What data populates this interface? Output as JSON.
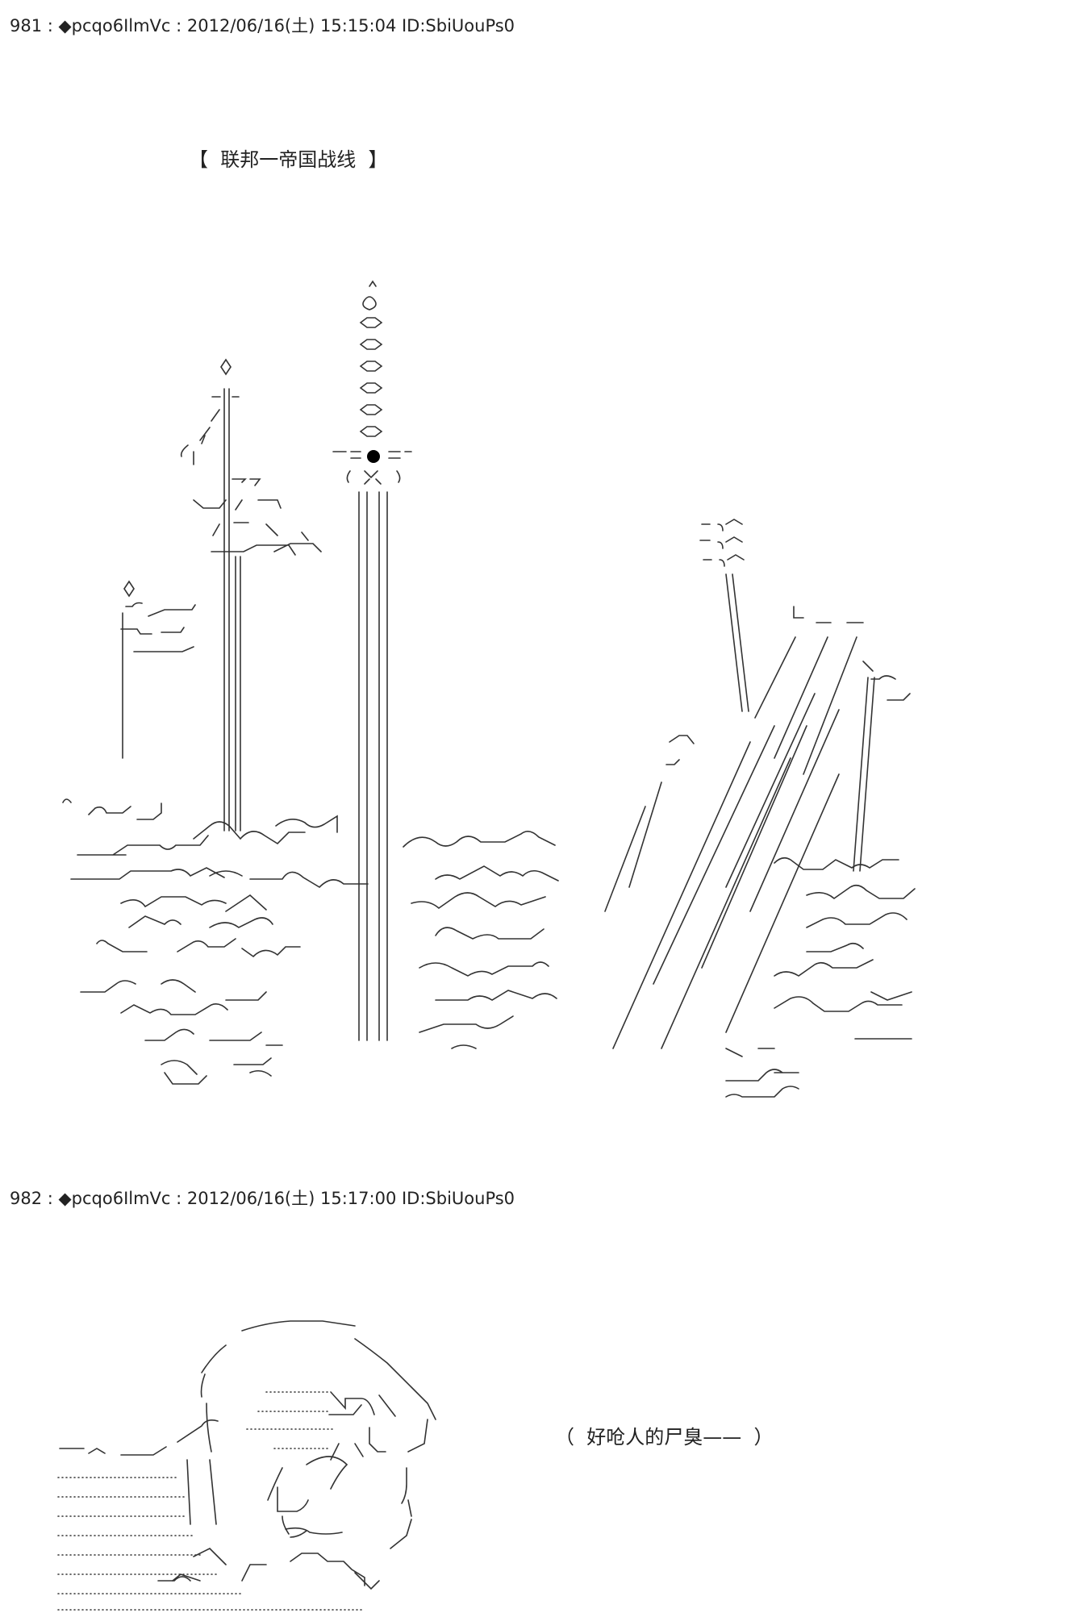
{
  "posts": [
    {
      "number": "981",
      "header": "981 : ◆pcqo6IlmVc : 2012/06/16(土) 15:15:04 ID:SbiUouPs0",
      "caption": "【  联邦一帝国战线  】"
    },
    {
      "number": "982",
      "header": "982 : ◆pcqo6IlmVc : 2012/06/16(土) 15:17:00 ID:SbiUouPs0",
      "caption": "（  好呛人的尸臭——  ）"
    }
  ]
}
